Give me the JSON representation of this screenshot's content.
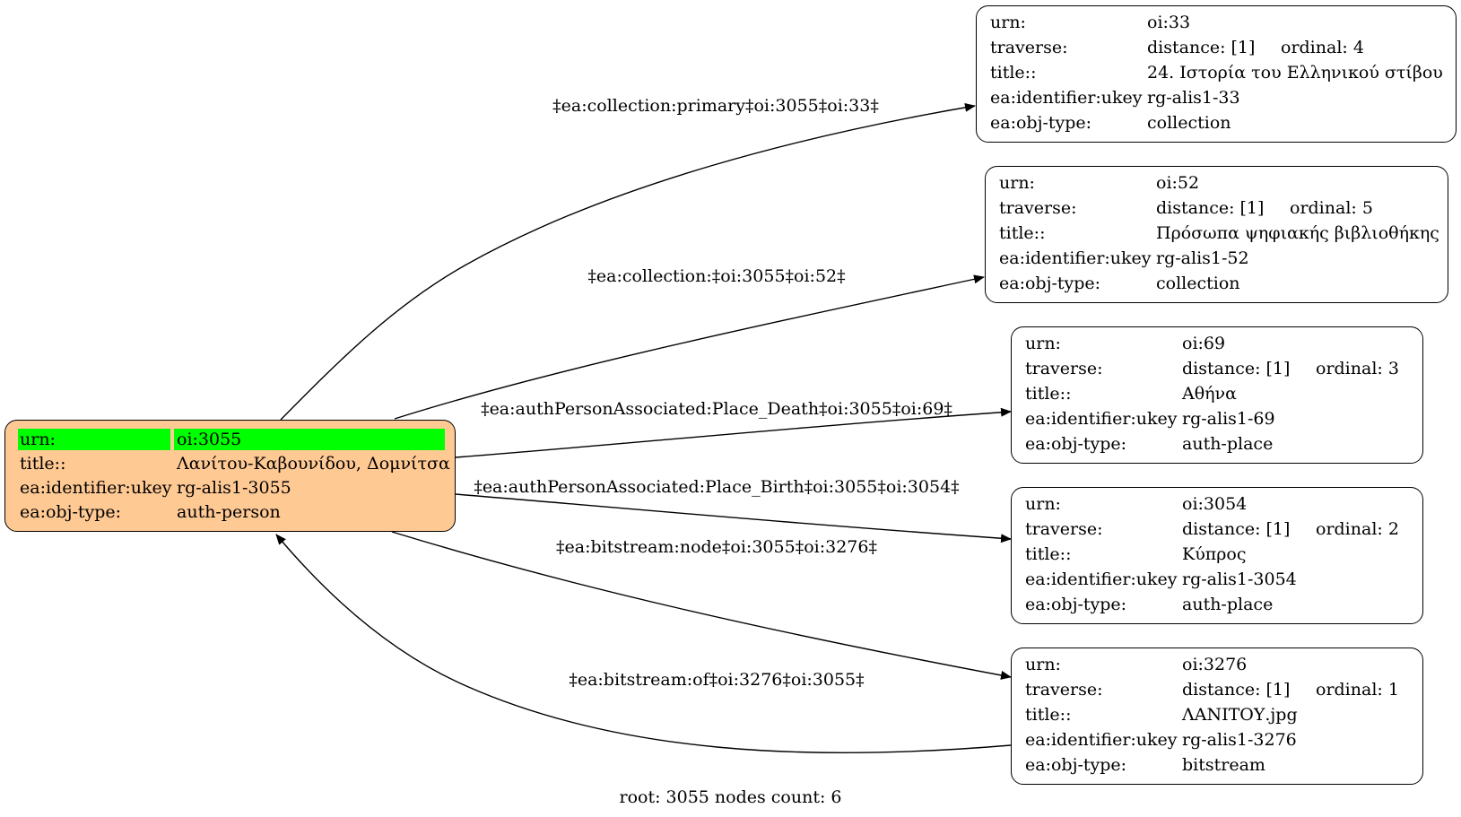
{
  "colors": {
    "root_fill": "#ffc994",
    "root_urn_highlight": "#00ff00",
    "node_fill": "#ffffff",
    "stroke": "#000000"
  },
  "root": {
    "rows": [
      {
        "key": "urn:",
        "value": "oi:3055"
      },
      {
        "key": "title::",
        "value": "Λανίτου-Καβουνίδου, Δομνίτσα"
      },
      {
        "key": "ea:identifier:ukey",
        "value": "rg-alis1-3055"
      },
      {
        "key": "ea:obj-type:",
        "value": "auth-person"
      }
    ]
  },
  "nodes": [
    {
      "urn": "oi:33",
      "distance": "distance: [1]",
      "ordinal": "ordinal: 4",
      "title": "24. Ιστορία του Ελληνικού  στίβου",
      "ukey": "rg-alis1-33",
      "obj_type": "collection"
    },
    {
      "urn": "oi:52",
      "distance": "distance: [1]",
      "ordinal": "ordinal: 5",
      "title": "Πρόσωπα ψηφιακής βιβλιοθήκης",
      "ukey": "rg-alis1-52",
      "obj_type": "collection"
    },
    {
      "urn": "oi:69",
      "distance": "distance: [1]",
      "ordinal": "ordinal: 3",
      "title": "Αθήνα",
      "ukey": "rg-alis1-69",
      "obj_type": "auth-place"
    },
    {
      "urn": "oi:3054",
      "distance": "distance: [1]",
      "ordinal": "ordinal: 2",
      "title": "Κύπρος",
      "ukey": "rg-alis1-3054",
      "obj_type": "auth-place"
    },
    {
      "urn": "oi:3276",
      "distance": "distance: [1]",
      "ordinal": "ordinal: 1",
      "title": "ΛΑΝΙΤΟΥ.jpg",
      "ukey": "rg-alis1-3276",
      "obj_type": "bitstream"
    }
  ],
  "labels": {
    "urn": "urn:",
    "traverse": "traverse:",
    "title": "title::",
    "ukey": "ea:identifier:ukey",
    "obj_type": "ea:obj-type:"
  },
  "edges": [
    {
      "label": "‡ea:collection:primary‡oi:3055‡oi:33‡"
    },
    {
      "label": "‡ea:collection:‡oi:3055‡oi:52‡"
    },
    {
      "label": "‡ea:authPersonAssociated:Place_Death‡oi:3055‡oi:69‡"
    },
    {
      "label": "‡ea:authPersonAssociated:Place_Birth‡oi:3055‡oi:3054‡"
    },
    {
      "label": "‡ea:bitstream:node‡oi:3055‡oi:3276‡"
    },
    {
      "label": "‡ea:bitstream:of‡oi:3276‡oi:3055‡"
    }
  ],
  "footer": "root: 3055 nodes count: 6"
}
